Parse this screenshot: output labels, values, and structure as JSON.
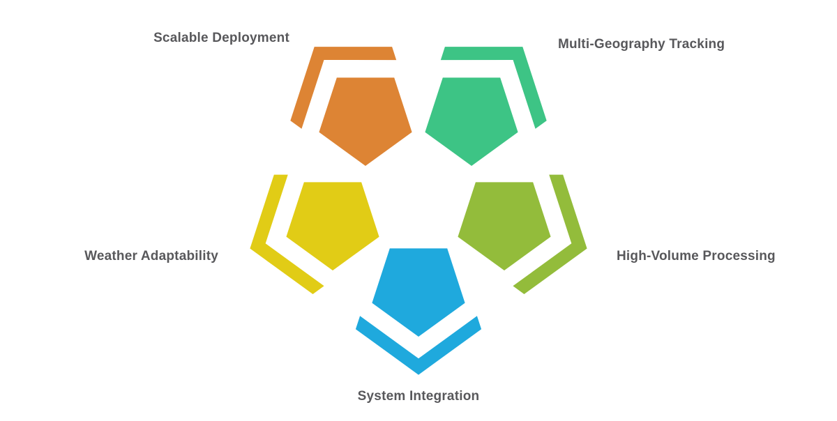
{
  "diagram": {
    "background_color": "#ffffff",
    "label_color": "#58585B",
    "items": [
      {
        "id": "scalable-deployment",
        "label": "Scalable Deployment",
        "color": "#DD8434",
        "icon": "pentagon-icon",
        "position": "top-left"
      },
      {
        "id": "multi-geography-tracking",
        "label": "Multi-Geography Tracking",
        "color": "#3DC485",
        "icon": "pentagon-icon",
        "position": "top-right"
      },
      {
        "id": "weather-adaptability",
        "label": "Weather Adaptability",
        "color": "#E1CC16",
        "icon": "pentagon-icon",
        "position": "middle-left"
      },
      {
        "id": "high-volume-processing",
        "label": "High-Volume Processing",
        "color": "#93BC3B",
        "icon": "pentagon-icon",
        "position": "middle-right"
      },
      {
        "id": "system-integration",
        "label": "System Integration",
        "color": "#1FA9DD",
        "icon": "pentagon-icon",
        "position": "bottom-center"
      }
    ]
  }
}
